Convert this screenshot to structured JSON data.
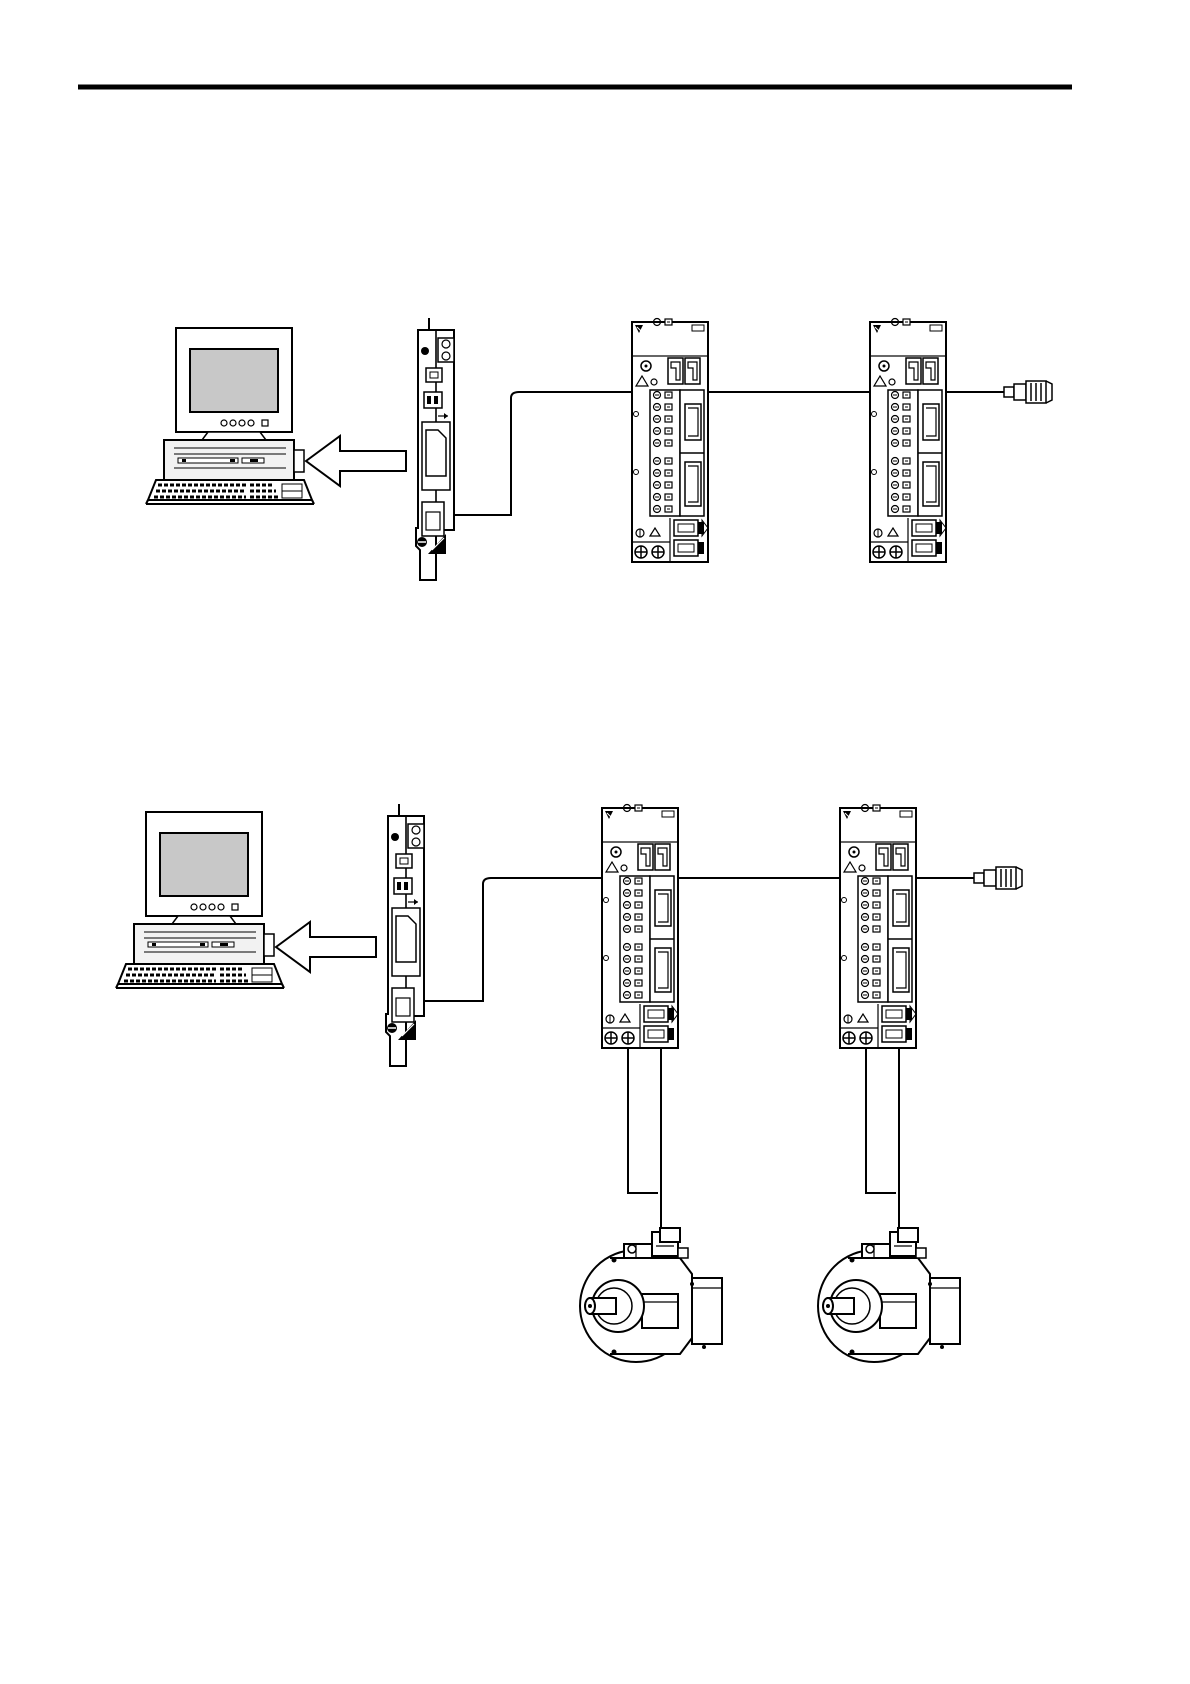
{
  "colors": {
    "ink": "#000000",
    "paper": "#ffffff",
    "screen": "#c8c8c8",
    "case": "#f2f2f2"
  },
  "icons": [
    "computer-icon",
    "arrow-left-icon",
    "pci-board-icon",
    "servopack-icon",
    "terminator-plug-icon",
    "servomotor-icon"
  ],
  "diagrams": [
    {
      "name": "configuration-without-motors",
      "servopack_count": 2,
      "motor_count": 0
    },
    {
      "name": "configuration-with-motors",
      "servopack_count": 2,
      "motor_count": 2
    }
  ]
}
